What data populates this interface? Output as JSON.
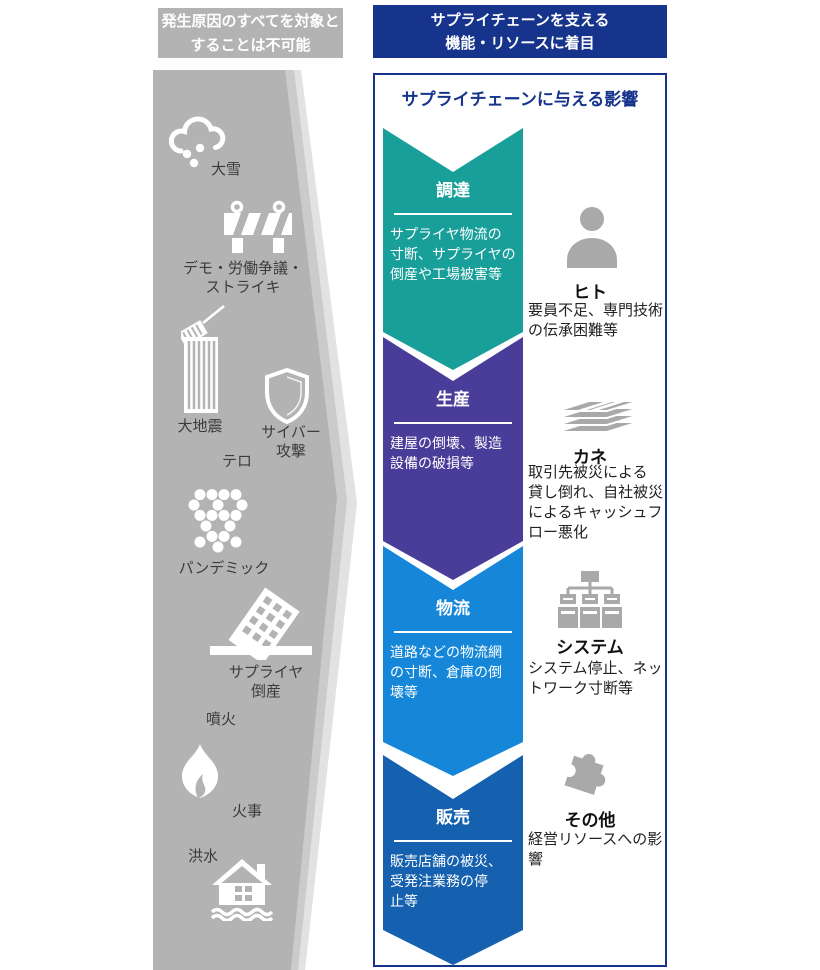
{
  "left_panel": {
    "header": "発生原因のすべてを対象と\nすることは不可能",
    "hazards": [
      {
        "icon": "snow-cloud-icon",
        "label": "大雪"
      },
      {
        "icon": "barricade-icon",
        "label": "デモ・労働争議・\nストライキ"
      },
      {
        "icon": "quake-building-icon",
        "label": "大地震"
      },
      {
        "icon": "shield-icon",
        "label": "サイバー\n攻撃"
      },
      {
        "icon": "",
        "label": "テロ"
      },
      {
        "icon": "virus-icon",
        "label": "パンデミック"
      },
      {
        "icon": "fallen-building-icon",
        "label": "サプライヤ\n倒産"
      },
      {
        "icon": "",
        "label": "噴火"
      },
      {
        "icon": "flame-icon",
        "label": "火事"
      },
      {
        "icon": "flood-house-icon",
        "label": "洪水"
      }
    ]
  },
  "right_panel": {
    "header": "サプライチェーンを支える\n機能・リソースに着目",
    "box_title": "サプライチェーンに与える影響",
    "chevrons": [
      {
        "title": "調達",
        "desc": "サプライヤ物流の\n寸断、サプライヤの\n倒産や工場被害等",
        "color": "#189f9a"
      },
      {
        "title": "生産",
        "desc": "建屋の倒壊、製造\n設備の破損等",
        "color": "#4a3d99"
      },
      {
        "title": "物流",
        "desc": "道路などの物流網\nの寸断、倉庫の倒\n壊等",
        "color": "#1687d8"
      },
      {
        "title": "販売",
        "desc": "販売店舗の被災、\n受発注業務の停\n止等",
        "color": "#1561b0"
      }
    ],
    "resources": [
      {
        "icon": "person-icon",
        "label": "ヒト",
        "desc": "要員不足、専門技術\nの伝承困難等"
      },
      {
        "icon": "money-icon",
        "label": "カネ",
        "desc": "取引先被災による\n貸し倒れ、自社被災\nによるキャッシュフ\nロー悪化"
      },
      {
        "icon": "system-icon",
        "label": "システム",
        "desc": "システム停止、ネッ\nトワーク寸断等"
      },
      {
        "icon": "puzzle-icon",
        "label": "その他",
        "desc": "経営リソースへの影響"
      }
    ]
  },
  "colors": {
    "navy": "#17348c",
    "gray_arrow": "#b3b3b3",
    "teal": "#189f9a",
    "purple": "#4a3d99",
    "light_blue": "#1687d8",
    "blue": "#1561b0"
  }
}
